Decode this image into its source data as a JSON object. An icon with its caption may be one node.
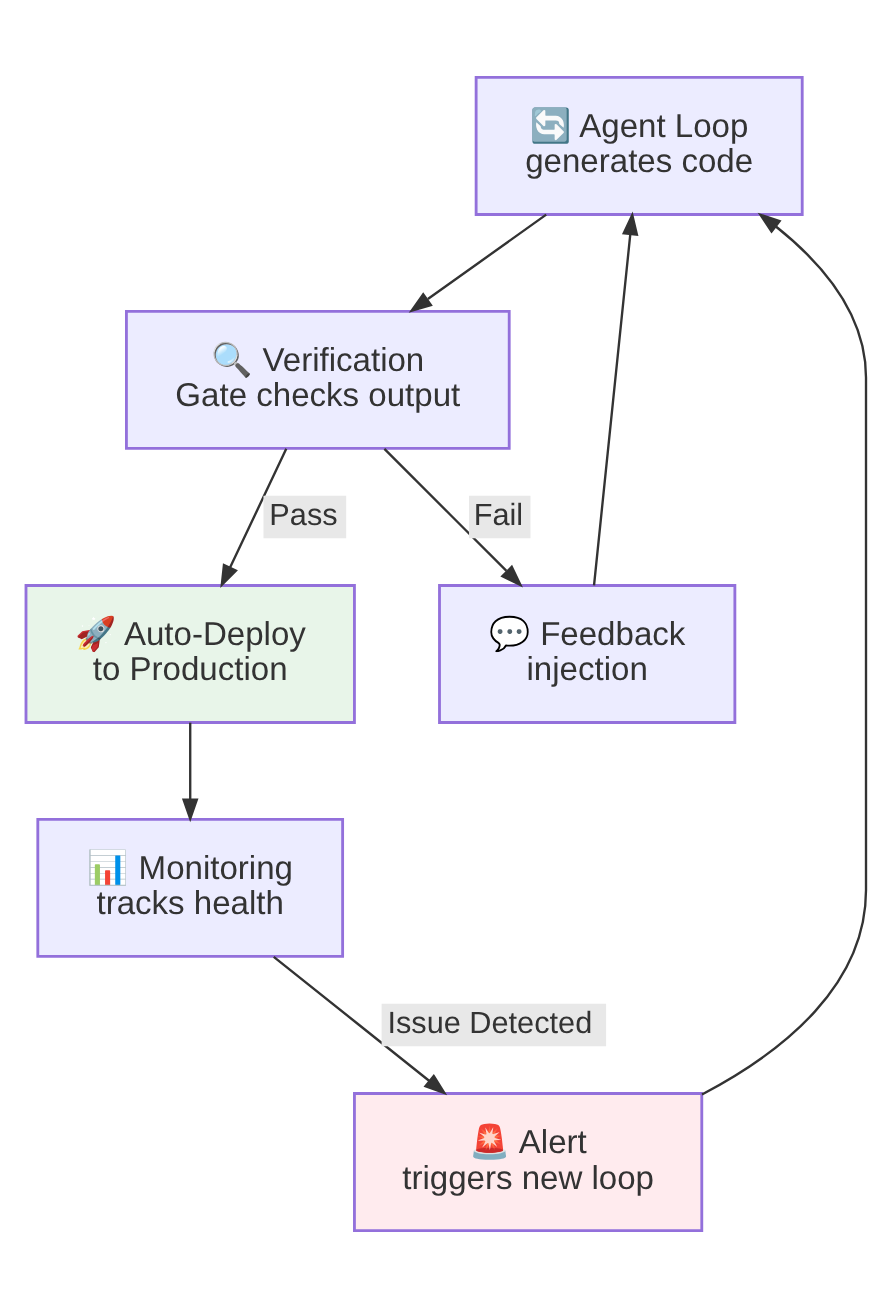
{
  "diagram": {
    "nodes": [
      {
        "text": [
          "🔄 Agent Loop generates code"
        ]
      },
      {
        "text": [
          "🔍 Verification Gate checks output"
        ]
      },
      {
        "text": [
          "🚀 Auto-Deploy to Production"
        ]
      },
      {
        "text": [
          "💬 Feedback injection"
        ]
      },
      {
        "text": [
          "📊 Monitoring tracks health"
        ]
      },
      {
        "text": [
          "🚨 Alert triggers new loop"
        ]
      }
    ],
    "edges": [
      {
        "from": 0,
        "to": 1,
        "arrow": "to"
      },
      {
        "from": 1,
        "to": 2,
        "arrow": "to",
        "label": "Pass"
      },
      {
        "from": 1,
        "to": 3,
        "arrow": "to",
        "label": "Fail"
      },
      {
        "from": 3,
        "to": 0,
        "arrow": "to"
      },
      {
        "from": 2,
        "to": 4,
        "arrow": "to"
      },
      {
        "from": 4,
        "to": 5,
        "arrow": "to",
        "label": "Issue Detected"
      },
      {
        "from": 5,
        "to": 0,
        "arrow": "to"
      }
    ]
  }
}
